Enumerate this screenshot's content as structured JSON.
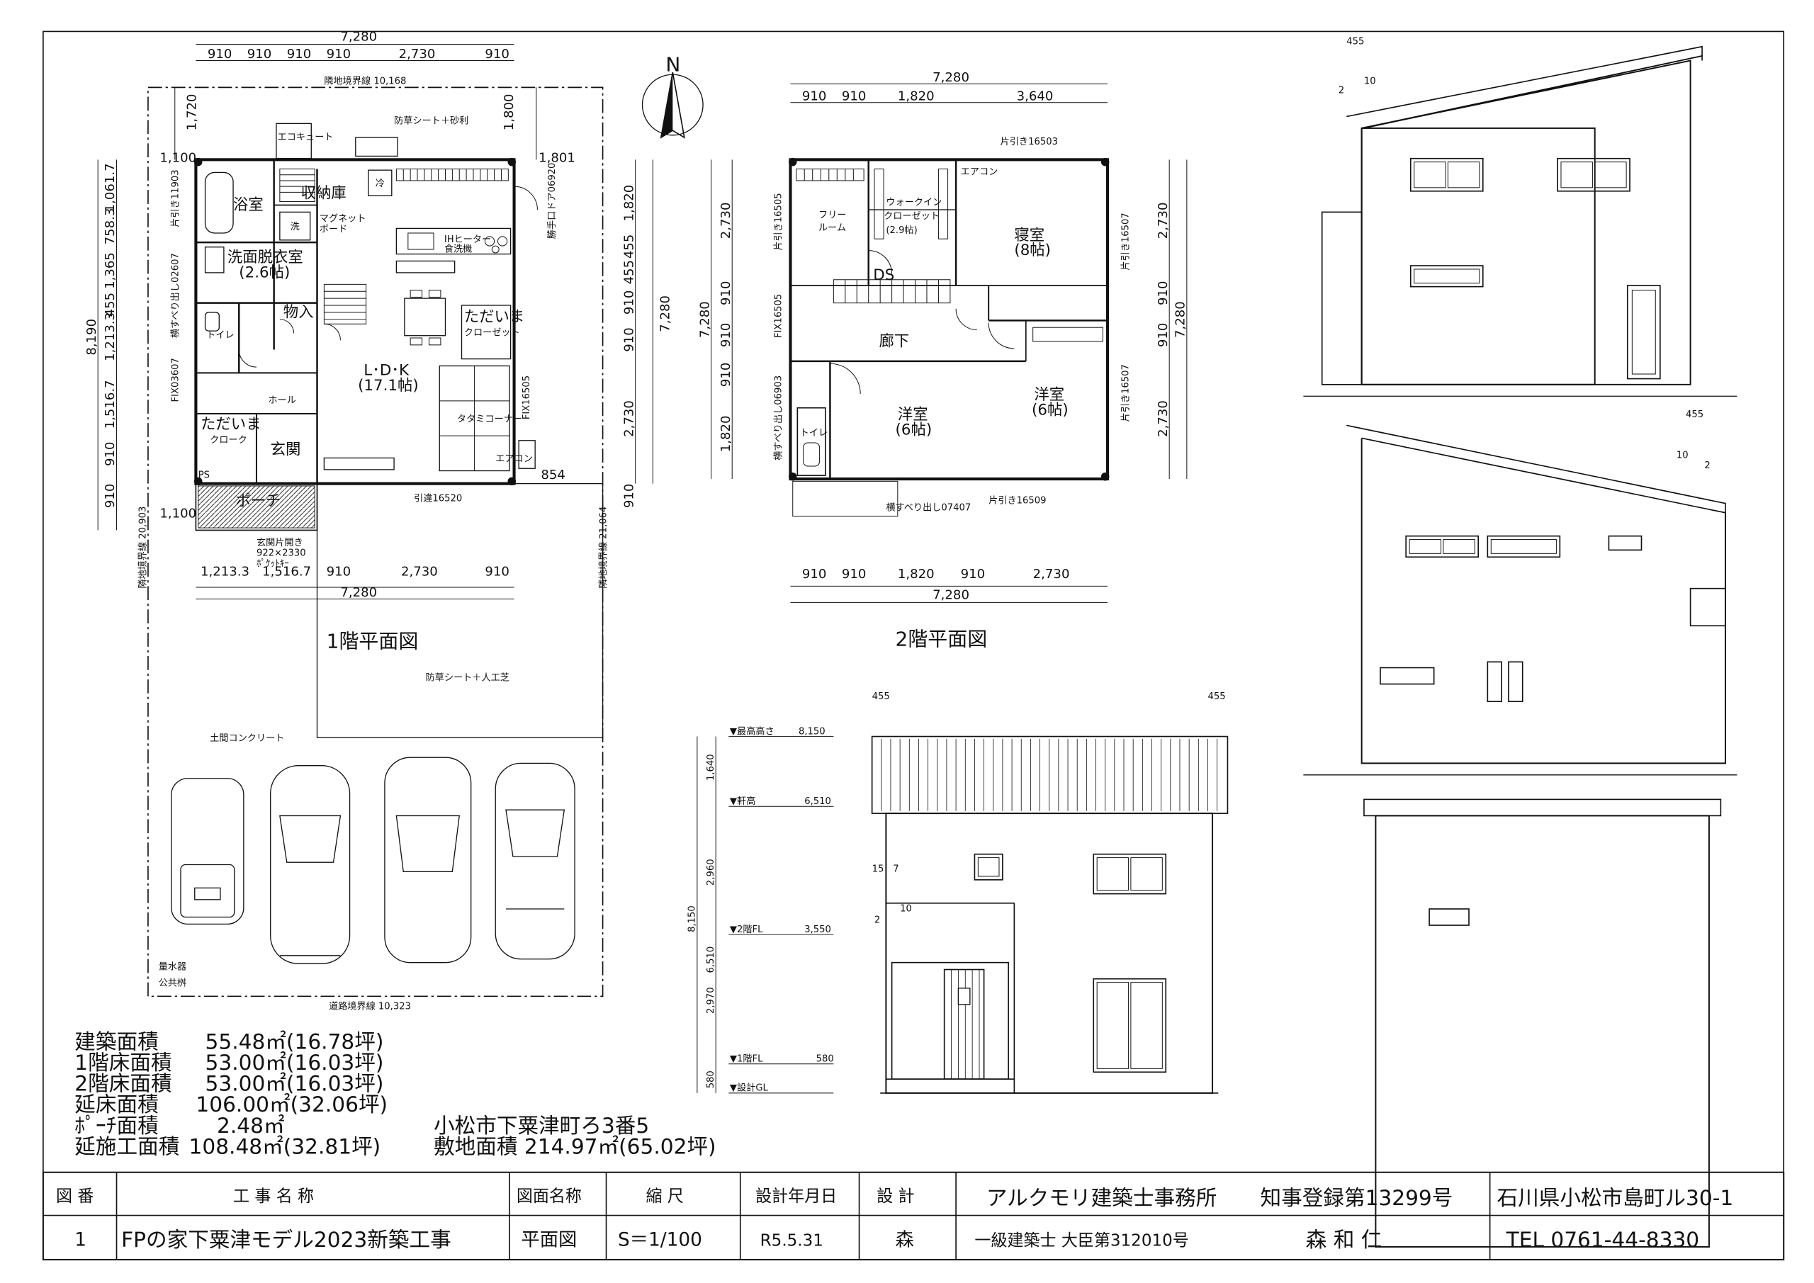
{
  "floor1": {
    "title": "1階平面図",
    "rooms": {
      "bath": "浴室",
      "storage": "収納庫",
      "washroom": "洗面脱衣室",
      "washroom_size": "(2.6帖)",
      "wash": "洗",
      "fridge": "冷",
      "items": "物入",
      "ldk": "L･D･K",
      "ldk_size": "(17.1帖)",
      "tadaima_closet": "ただいま",
      "tadaima_closet2": "クローゼット",
      "toilet": "トイレ",
      "hall": "ホール",
      "tadaima_cloak": "ただいま",
      "tadaima_cloak2": "クローク",
      "genkan": "玄関",
      "porch": "ポーチ",
      "ps": "PS"
    },
    "notes": {
      "neighbor_line_top": "隣地境界線  10,168",
      "neighbor_line_left": "隣地境界線  20,903",
      "neighbor_line_right": "隣地境界線  21,064",
      "road_line": "道路境界線  10,323",
      "gravel": "防草シート＋砂利",
      "turf": "防草シート＋人工芝",
      "concrete": "土間コンクリート",
      "meter": "量水器",
      "sewer": "公共桝",
      "ecocute": "エコキュート",
      "ih": "IHヒーター",
      "dishwasher": "食洗機",
      "magnet": "マグネット",
      "board": "ボード",
      "tatami": "タタミコーナー",
      "aircon": "エアコン",
      "entrance_door": "玄関片開き",
      "entrance_size": "922×2330",
      "entrance_key": "ﾎﾟｹｯﾄｷｰ",
      "win_bath": "片引き11903",
      "win_wash": "横すべり出し02607",
      "win_toilet": "FIX03607",
      "win_ldk_bottom": "引違16520",
      "win_right": "FIX16505",
      "win_top_right": "勝手口ドア06920",
      "win_sliding": "勝手口"
    },
    "dims_top": [
      "7,280",
      "910",
      "910",
      "910",
      "910",
      "2,730",
      "910"
    ],
    "dims_bottom": [
      "1,213.3",
      "1,516.7",
      "910",
      "2,730",
      "910",
      "7,280"
    ],
    "dims_left": [
      "1,061.7",
      "758.3",
      "1,365",
      "455",
      "1,213.3",
      "1,516.7",
      "910",
      "910",
      "8,190"
    ],
    "dims_right": [
      "1,820",
      "455",
      "455",
      "910",
      "910",
      "2,730",
      "910",
      "7,280"
    ],
    "dims_misc": [
      "1,720",
      "1,800",
      "1,100",
      "1,801",
      "1,100",
      "854"
    ]
  },
  "floor2": {
    "title": "2階平面図",
    "rooms": {
      "free_room": "フリー",
      "free_room2": "ルーム",
      "walkin": "ウォークイン",
      "walkin2": "クローゼット",
      "walkin_size": "(2.9帖)",
      "bedroom": "寝室",
      "bedroom_size": "(8帖)",
      "ds": "DS",
      "hallway": "廊下",
      "western1": "洋室",
      "western1_size": "(6帖)",
      "western2": "洋室",
      "western2_size": "(6帖)",
      "toilet": "トイレ"
    },
    "notes": {
      "win_top": "片引き16503",
      "win_bottom": "片引き16509",
      "win_bottom2": "横すべり出し07407",
      "win_left1": "片引き16505",
      "win_left2": "FIX16505",
      "win_left3": "横すべり出し06903",
      "win_right1": "片引き16507",
      "win_right2": "片引き16507",
      "aircon": "エアコン"
    },
    "dims_top": [
      "7,280",
      "910",
      "910",
      "1,820",
      "3,640"
    ],
    "dims_bottom": [
      "910",
      "910",
      "1,820",
      "910",
      "2,730",
      "7,280"
    ],
    "dims_left": [
      "2,730",
      "910",
      "910",
      "910",
      "1,820",
      "7,280"
    ],
    "dims_right": [
      "2,730",
      "910",
      "910",
      "2,730",
      "7,280"
    ]
  },
  "elevation": {
    "levels": [
      {
        "label": "▼最高高さ",
        "value": "8,150"
      },
      {
        "label": "▼軒高",
        "value": "6,510"
      },
      {
        "label": "▼2階FL",
        "value": "3,550"
      },
      {
        "label": "▼1階FL",
        "value": "580"
      },
      {
        "label": "▼設計GL",
        "value": ""
      }
    ],
    "vdims": [
      "1,640",
      "2,960",
      "2,970",
      "580",
      "6,510",
      "8,150"
    ],
    "overhang": "455",
    "overhang2": "455",
    "slope_a": "15",
    "slope_b": "7",
    "slope_c": "2",
    "slope_d": "10",
    "side_overhang": "455",
    "side_slope_a": "2",
    "side_slope_b": "10"
  },
  "areas": [
    {
      "label": "建築面積",
      "value": "55.48㎡(16.78坪)"
    },
    {
      "label": "1階床面積",
      "value": "53.00㎡(16.03坪)"
    },
    {
      "label": "2階床面積",
      "value": "53.00㎡(16.03坪)"
    },
    {
      "label": "延床面積",
      "value": "106.00㎡(32.06坪)"
    },
    {
      "label": "ﾎﾟｰﾁ面積",
      "value": "2.48㎡"
    },
    {
      "label": "延施工面積",
      "value": "108.48㎡(32.81坪)"
    }
  ],
  "site": {
    "address": "小松市下粟津町ろ3番5",
    "area": "敷地面積  214.97㎡(65.02坪)"
  },
  "title_block": {
    "h_no": "図  番",
    "h_project": "工  事  名  称",
    "h_drawing": "図面名称",
    "h_scale": "縮  尺",
    "h_date": "設計年月日",
    "h_designer": "設  計",
    "office": "アルクモリ建築士事務所",
    "registration": "知事登録第13299号",
    "office_address": "石川県小松市島町ル30-1",
    "no": "1",
    "project": "FPの家下粟津モデル2023新築工事",
    "drawing": "平面図",
    "scale": "S＝1/100",
    "date": "R5.5.31",
    "designer": "森",
    "license": "一級建築士  大臣第312010号",
    "architect": "森  和  仁",
    "tel": "TEL  0761-44-8330"
  },
  "north_label": "N"
}
